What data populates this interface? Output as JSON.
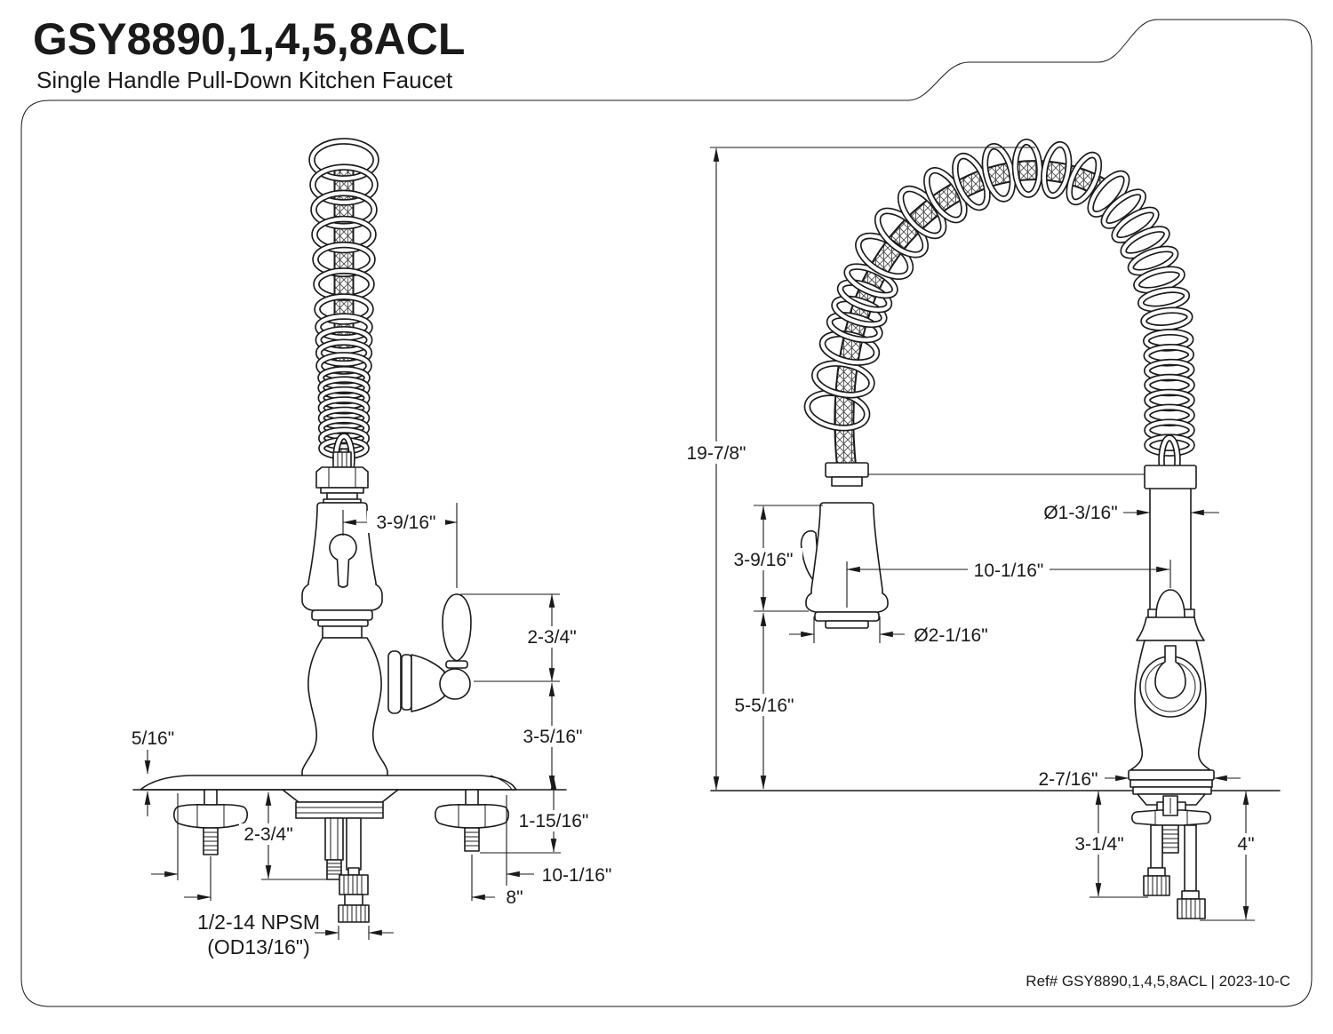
{
  "page": {
    "model": "GSY8890,1,4,5,8ACL",
    "subtitle": "Single Handle Pull-Down Kitchen Faucet",
    "ref": "Ref# GSY8890,1,4,5,8ACL | 2023-10-C",
    "ink": "#1a1a1a",
    "paper": "#ffffff"
  },
  "left_view": {
    "name": "side-view-with-deck-plate",
    "dims": {
      "spray_head_offset": "3-9/16\"",
      "handle_height": "2-3/4\"",
      "body_height": "3-5/16\"",
      "plate_thickness": "5/16\"",
      "shank_below_deck": "2-3/4\"",
      "mounting_bolt_drop": "1-15/16\"",
      "plate_length": "10-1/16\"",
      "bolt_spacing": "8\"",
      "thread_spec": "1/2-14 NPSM",
      "thread_od": "(OD13/16\")"
    }
  },
  "right_view": {
    "name": "front-view",
    "dims": {
      "overall_height": "19-7/8\"",
      "spray_head_height": "3-9/16\"",
      "spout_clearance": "5-5/16\"",
      "hose_diameter": "Ø1-3/16\"",
      "spout_reach": "10-1/16\"",
      "spray_head_diameter": "Ø2-1/16\"",
      "base_diameter": "2-7/16\"",
      "supply_hose_short": "3-1/4\"",
      "supply_hose_long": "4\""
    }
  }
}
